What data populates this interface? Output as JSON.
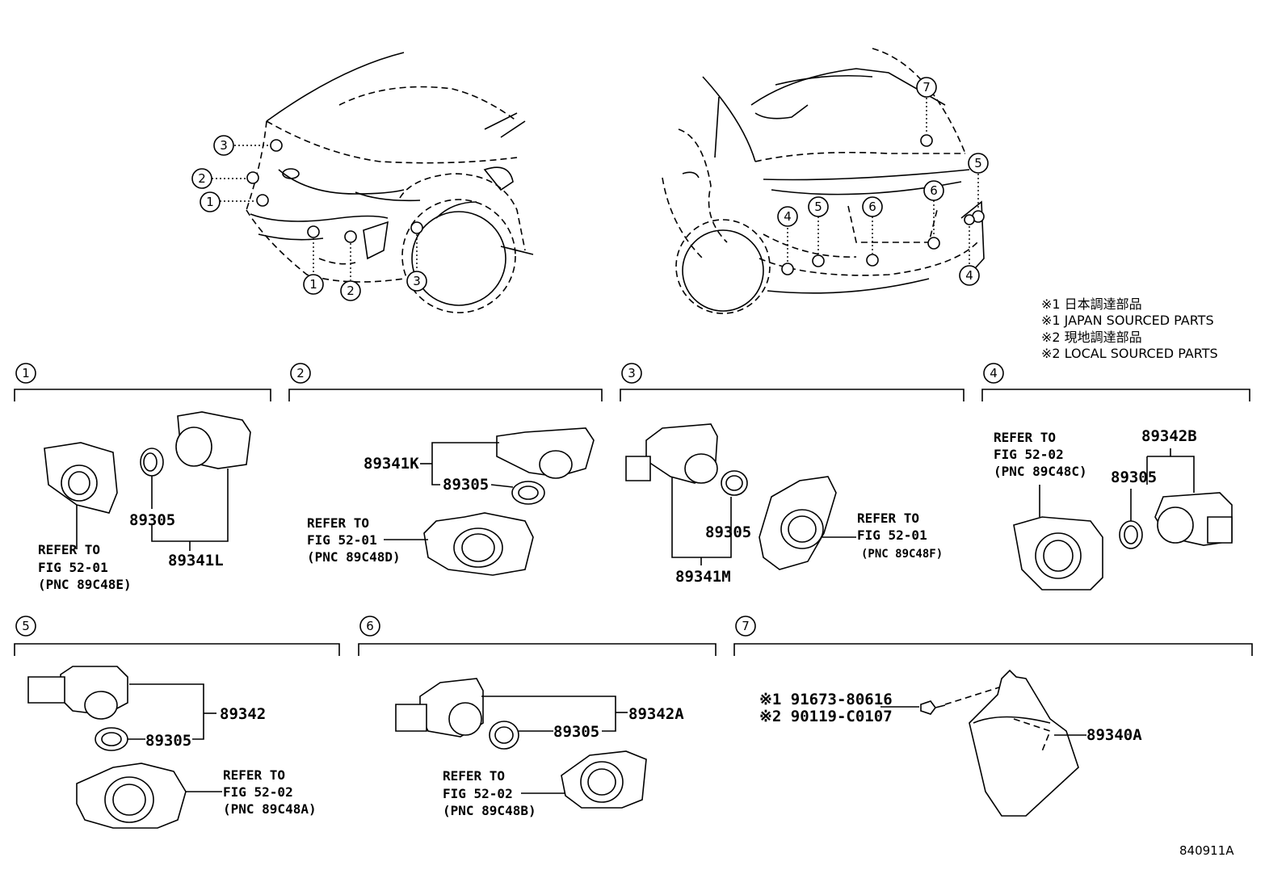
{
  "notes": [
    "※1 日本調達部品",
    "※1 JAPAN SOURCED PARTS",
    "※2 現地調達部品",
    "※2 LOCAL SOURCED PARTS"
  ],
  "callouts": {
    "front": [
      "3",
      "2",
      "1",
      "1",
      "2",
      "3"
    ],
    "rear": [
      "7",
      "5",
      "4",
      "5",
      "6",
      "6",
      "4"
    ]
  },
  "sections": [
    {
      "num": "1",
      "part": "89341L",
      "seal": "89305",
      "refer": [
        "REFER TO",
        "FIG 52-01",
        "(PNC 89C48E)"
      ]
    },
    {
      "num": "2",
      "part": "89341K",
      "seal": "89305",
      "refer": [
        "REFER TO",
        "FIG 52-01",
        "(PNC 89C48D)"
      ]
    },
    {
      "num": "3",
      "part": "89341M",
      "seal": "89305",
      "refer": [
        "REFER TO",
        "FIG 52-01",
        "(PNC 89C48F)"
      ]
    },
    {
      "num": "4",
      "part": "89342B",
      "seal": "89305",
      "refer": [
        "REFER TO",
        "FIG 52-02",
        "(PNC 89C48C)"
      ]
    },
    {
      "num": "5",
      "part": "89342",
      "seal": "89305",
      "refer": [
        "REFER TO",
        "FIG 52-02",
        "(PNC 89C48A)"
      ]
    },
    {
      "num": "6",
      "part": "89342A",
      "seal": "89305",
      "refer": [
        "REFER TO",
        "FIG 52-02",
        "(PNC 89C48B)"
      ]
    },
    {
      "num": "7",
      "part": "89340A",
      "screws": [
        "※1 91673-80616",
        "※2 90119-C0107"
      ]
    }
  ],
  "figure_id": "840911A"
}
